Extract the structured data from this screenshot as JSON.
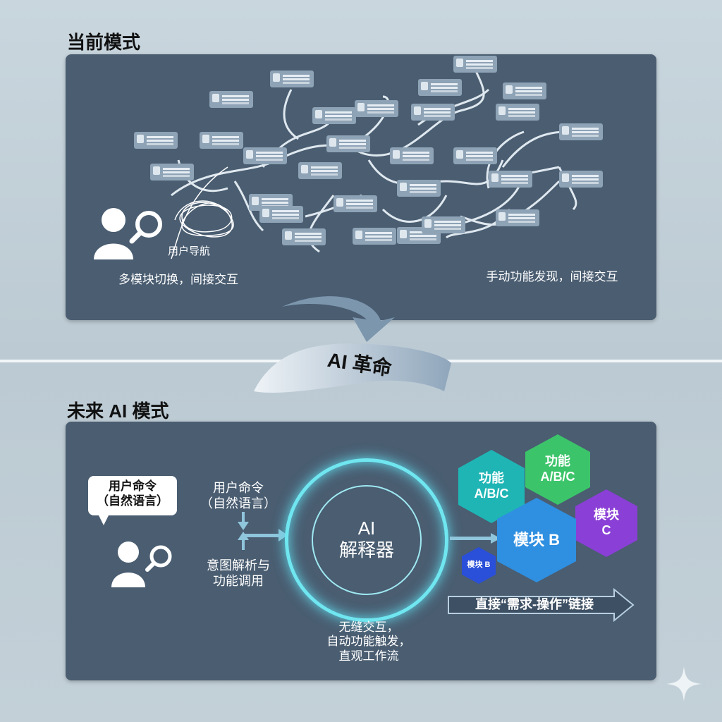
{
  "current": {
    "title": "当前模式",
    "nav_label": "用户导航",
    "left_caption": "多模块切换，间接交互",
    "right_caption": "手动功能发现，间接交互"
  },
  "transition": {
    "label": "AI 革命"
  },
  "future": {
    "title": "未来 AI 模式",
    "bubble": [
      "用户命令",
      "（自然语言）"
    ],
    "input_label": [
      "用户命令",
      "（自然语言）"
    ],
    "parse_label": [
      "意图解析与",
      "功能调用"
    ],
    "core": [
      "AI",
      "解释器"
    ],
    "core_caption": [
      "无缝交互，",
      "自动功能触发，",
      "直观工作流"
    ],
    "hexes": [
      {
        "label": [
          "功能",
          "A/B/C"
        ],
        "color": "#1fb5b5"
      },
      {
        "label": [
          "功能",
          "A/B/C"
        ],
        "color": "#3cc46a"
      },
      {
        "label": [
          "模块",
          "C"
        ],
        "color": "#8a3fd6"
      },
      {
        "label": [
          "模块 B"
        ],
        "color": "#2f8fe0"
      },
      {
        "label": [
          "模块 B"
        ],
        "color": "#2a4fd8"
      }
    ],
    "link_label": "直接“需求-操作”链接"
  }
}
